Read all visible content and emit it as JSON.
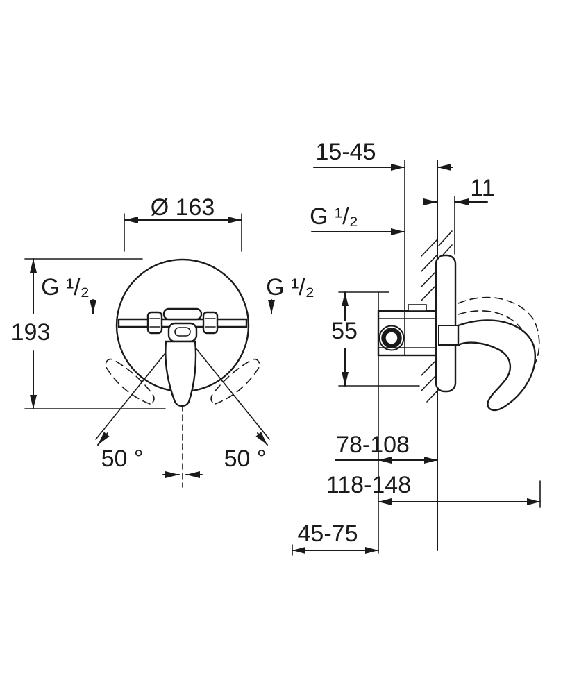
{
  "page": {
    "background": "#ffffff",
    "line_color": "#1a1a1a"
  },
  "front_view": {
    "diameter": "Ø 163",
    "height": "193",
    "thread_left": "G ¹/₂",
    "thread_right": "G ¹/₂",
    "angle_left": "50 °",
    "angle_right": "50 °"
  },
  "side_view": {
    "wall_offset_range": "15-45",
    "plate_depth": "11",
    "thread": "G ¹/₂",
    "port_height": "55",
    "depth_to_wall_range": "78-108",
    "overall_depth_range": "118-148",
    "rough_in_depth_range": "45-75"
  }
}
